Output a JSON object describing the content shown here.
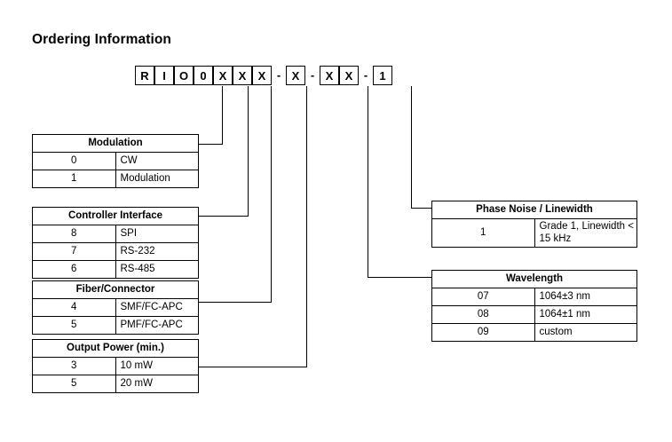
{
  "page": {
    "title": "Ordering Information"
  },
  "part_number": {
    "cells": [
      "R",
      "I",
      "O",
      "0",
      "X",
      "X",
      "X",
      "-",
      "X",
      "-",
      "X",
      "X",
      "-",
      "1"
    ],
    "dash": "-"
  },
  "tables": {
    "modulation": {
      "header": "Modulation",
      "rows": [
        {
          "code": "0",
          "desc": "CW"
        },
        {
          "code": "1",
          "desc": "Modulation"
        }
      ]
    },
    "controller_interface": {
      "header": "Controller Interface",
      "rows": [
        {
          "code": "8",
          "desc": "SPI"
        },
        {
          "code": "7",
          "desc": "RS-232"
        },
        {
          "code": "6",
          "desc": "RS-485"
        }
      ]
    },
    "fiber_connector": {
      "header": "Fiber/Connector",
      "rows": [
        {
          "code": "4",
          "desc": "SMF/FC-APC"
        },
        {
          "code": "5",
          "desc": "PMF/FC-APC"
        }
      ]
    },
    "output_power": {
      "header": "Output Power (min.)",
      "rows": [
        {
          "code": "3",
          "desc": "10 mW"
        },
        {
          "code": "5",
          "desc": "20 mW"
        }
      ]
    },
    "phase_noise": {
      "header": "Phase Noise / Linewidth",
      "rows": [
        {
          "code": "1",
          "desc": "Grade 1, Linewidth < 15 kHz"
        }
      ]
    },
    "wavelength": {
      "header": "Wavelength",
      "rows": [
        {
          "code": "07",
          "desc": "1064±3 nm"
        },
        {
          "code": "08",
          "desc": "1064±1 nm"
        },
        {
          "code": "09",
          "desc": "custom"
        }
      ]
    }
  },
  "colors": {
    "ink": "#000000",
    "paper": "#ffffff"
  }
}
